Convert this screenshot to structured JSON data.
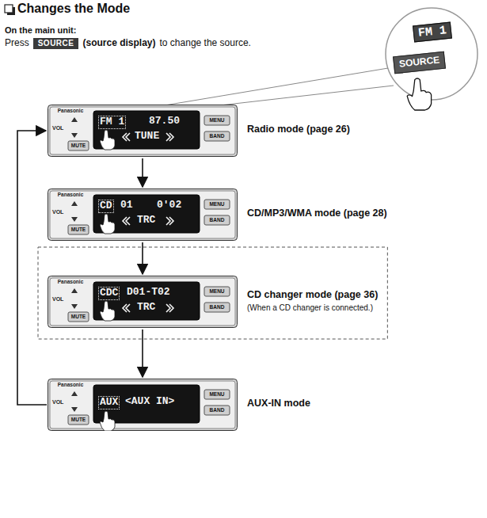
{
  "diagram": {
    "title": "Changes the Mode",
    "nodes": [
      {
        "text": [
          "Panasonic",
          "VOL",
          "MUTE",
          "MENU",
          "BAND",
          "FM 1",
          "87.50",
          "TUNE",
          "Radio mode (page 26)"
        ]
      },
      {
        "text": [
          "Panasonic",
          "VOL",
          "MUTE",
          "MENU",
          "BAND",
          "CD",
          "01",
          "0'02",
          "TRC",
          "CD/MP3/WMA mode (page 28)"
        ]
      },
      {
        "text": [
          "Panasonic",
          "VOL",
          "MUTE",
          "MENU",
          "BAND",
          "CDC",
          "D01-T02",
          "TRC",
          "CD changer mode (page 36)",
          "(When a CD changer is connected.)"
        ]
      },
      {
        "text": [
          "Panasonic",
          "VOL",
          "MUTE",
          "MENU",
          "BAND",
          "AUX",
          "<AUX IN>",
          "AUX-IN mode"
        ]
      }
    ],
    "edges": [
      {
        "from": 0,
        "to": 1,
        "arrow": "to"
      },
      {
        "from": 1,
        "to": 2,
        "arrow": "to"
      },
      {
        "from": 2,
        "to": 3,
        "arrow": "to"
      },
      {
        "from": 3,
        "to": 0,
        "arrow": "to"
      }
    ],
    "labels": [
      "On the main unit:",
      "Press",
      "SOURCE",
      "(source display)",
      "to change the source.",
      "FM 1",
      "SOURCE"
    ]
  }
}
